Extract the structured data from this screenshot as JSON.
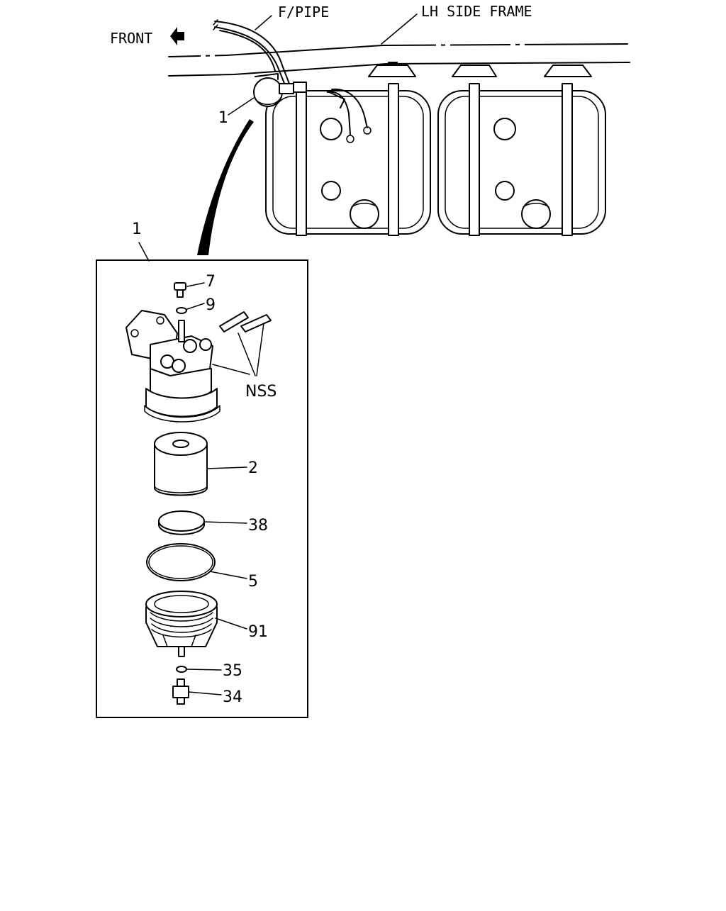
{
  "labels": {
    "front": "FRONT",
    "f_pipe": "F/PIPE",
    "lh_side_frame": "LH SIDE FRAME",
    "callout_1_top": "1",
    "callout_1_box": "1",
    "nss": "NSS"
  },
  "parts": [
    {
      "id": "bolt",
      "number": "7"
    },
    {
      "id": "washer",
      "number": "9"
    },
    {
      "id": "filter-element",
      "number": "2"
    },
    {
      "id": "ring",
      "number": "38"
    },
    {
      "id": "o-ring",
      "number": "5"
    },
    {
      "id": "case",
      "number": "91"
    },
    {
      "id": "seal-washer",
      "number": "35"
    },
    {
      "id": "drain-plug",
      "number": "34"
    }
  ]
}
